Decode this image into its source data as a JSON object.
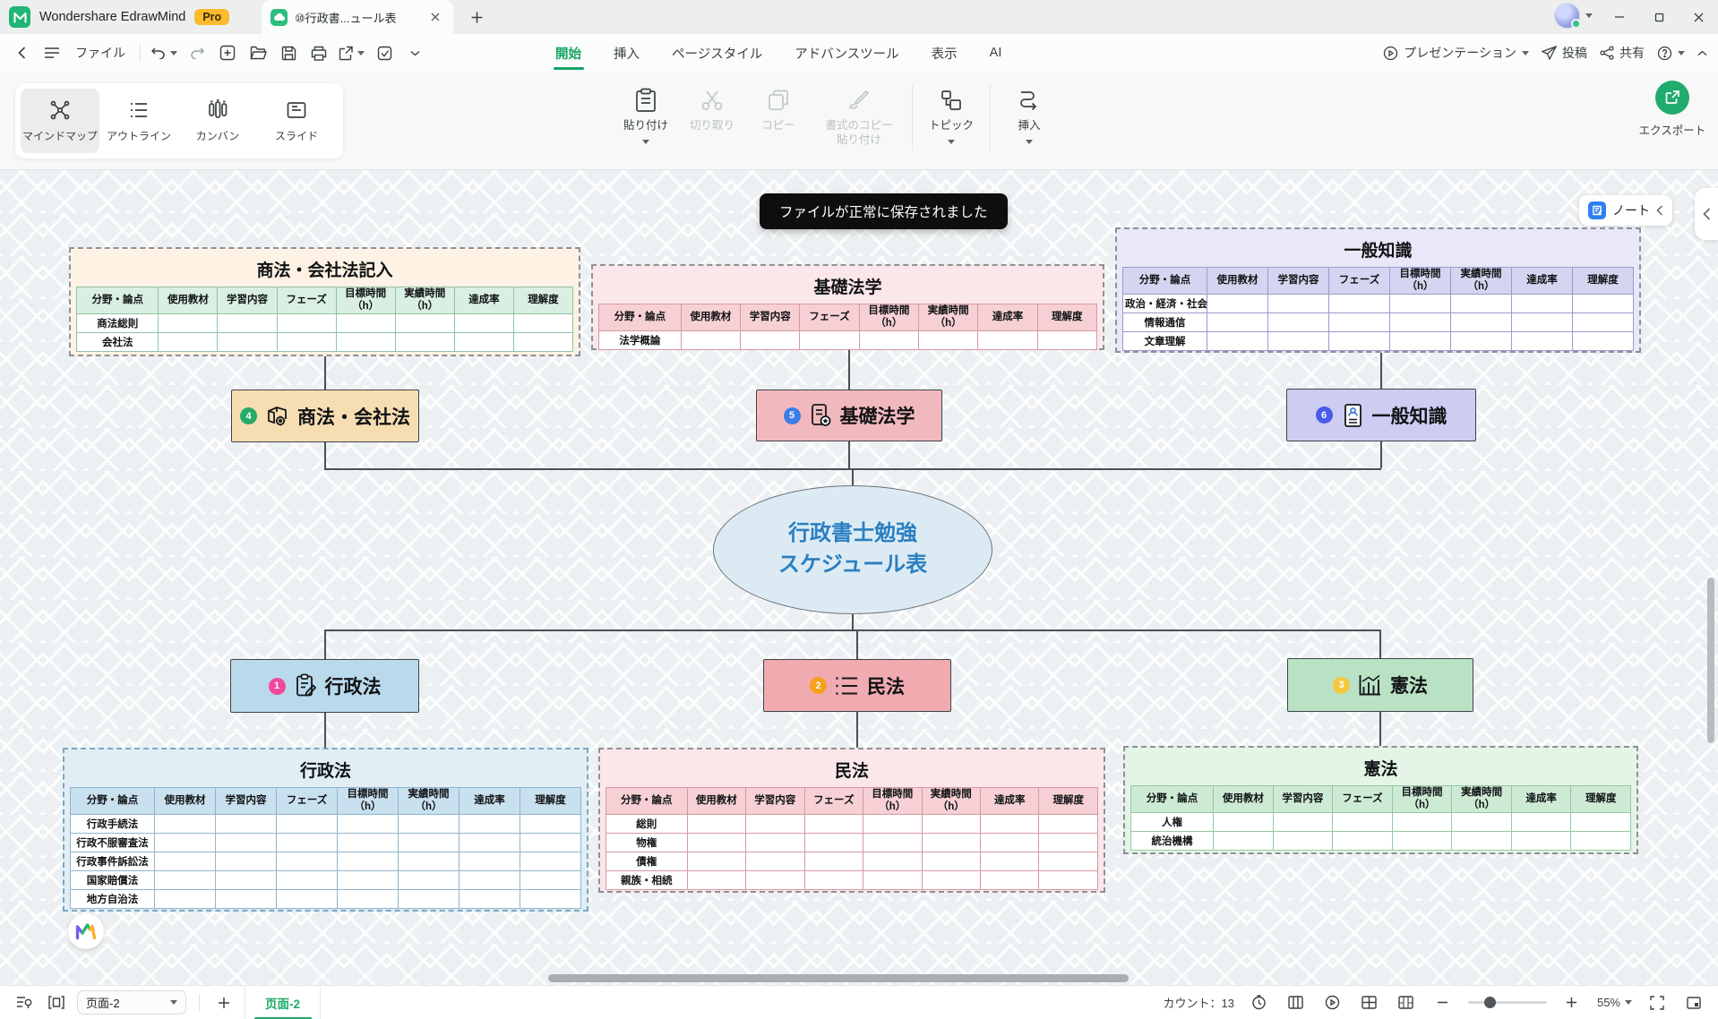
{
  "titlebar": {
    "app_name": "Wondershare EdrawMind",
    "pro_badge": "Pro",
    "doc_tab_title": "⑩行政書...ュール表"
  },
  "quickbar": {
    "file_label": "ファイル"
  },
  "menu_tabs": [
    {
      "label": "開始"
    },
    {
      "label": "挿入"
    },
    {
      "label": "ページスタイル"
    },
    {
      "label": "アドバンスツール"
    },
    {
      "label": "表示"
    },
    {
      "label": "AI"
    }
  ],
  "menu_right": {
    "presentation_label": "プレゼンテーション",
    "post_label": "投稿",
    "share_label": "共有"
  },
  "view_switcher": [
    {
      "label": "マインドマップ"
    },
    {
      "label": "アウトライン"
    },
    {
      "label": "カンバン"
    },
    {
      "label": "スライド"
    }
  ],
  "ribbon": {
    "paste_label": "貼り付け",
    "cut_label": "切り取り",
    "copy_label": "コピー",
    "format_paint_line1": "書式のコピー",
    "format_paint_line2": "貼り付け",
    "topic_label": "トピック",
    "insert_label": "挿入",
    "export_label": "エクスポート"
  },
  "canvas": {
    "toast_message": "ファイルが正常に保存されました",
    "note_button_label": "ノート",
    "central_topic": {
      "line1": "行政書士勉強",
      "line2": "スケジュール表"
    }
  },
  "table_headers": [
    "分野・論点",
    "使用教材",
    "学習内容",
    "フェーズ",
    [
      "目標時間",
      "（h）"
    ],
    [
      "実績時間",
      "（h）"
    ],
    "達成率",
    "理解度"
  ],
  "tables": [
    {
      "title": "商法・会社法記入",
      "rows": [
        "商法総則",
        "会社法"
      ]
    },
    {
      "title": "基礎法学",
      "rows": [
        "法学概論"
      ]
    },
    {
      "title": "一般知識",
      "rows": [
        "政治・経済・社会",
        "情報通信",
        "文章理解"
      ]
    },
    {
      "title": "行政法",
      "rows": [
        "行政手続法",
        "行政不服審査法",
        "行政事件訴訟法",
        "国家賠償法",
        "地方自治法"
      ]
    },
    {
      "title": "民法",
      "rows": [
        "総則",
        "物権",
        "債権",
        "親族・相続"
      ]
    },
    {
      "title": "憲法",
      "rows": [
        "人権",
        "統治機構"
      ]
    }
  ],
  "nodes": [
    {
      "number": "4",
      "label": "商法・会社法",
      "fill": "#f7ddb2",
      "badge_color": "#27ab67"
    },
    {
      "number": "5",
      "label": "基礎法学",
      "fill": "#f1b9be",
      "badge_color": "#3d7be8"
    },
    {
      "number": "6",
      "label": "一般知識",
      "fill": "#cdccf1",
      "badge_color": "#4a5ae8"
    },
    {
      "number": "1",
      "label": "行政法",
      "fill": "#badaec",
      "badge_color": "#f0489b"
    },
    {
      "number": "2",
      "label": "民法",
      "fill": "#f1aaaf",
      "badge_color": "#f7a01c"
    },
    {
      "number": "3",
      "label": "憲法",
      "fill": "#b9e2c4",
      "badge_color": "#f2c73c"
    }
  ],
  "statusbar": {
    "page_selector_value": "页面-2",
    "page_tab_label": "页面-2",
    "count_label": "カウント：",
    "count_value": "13",
    "zoom_value": "55%"
  },
  "colors": {
    "accent_green": "#16a465",
    "toast_bg": "#0e0e10",
    "canvas_bg": "#edf0f2",
    "center_fill": "#dcebf3",
    "center_text": "#2b7fc2"
  }
}
